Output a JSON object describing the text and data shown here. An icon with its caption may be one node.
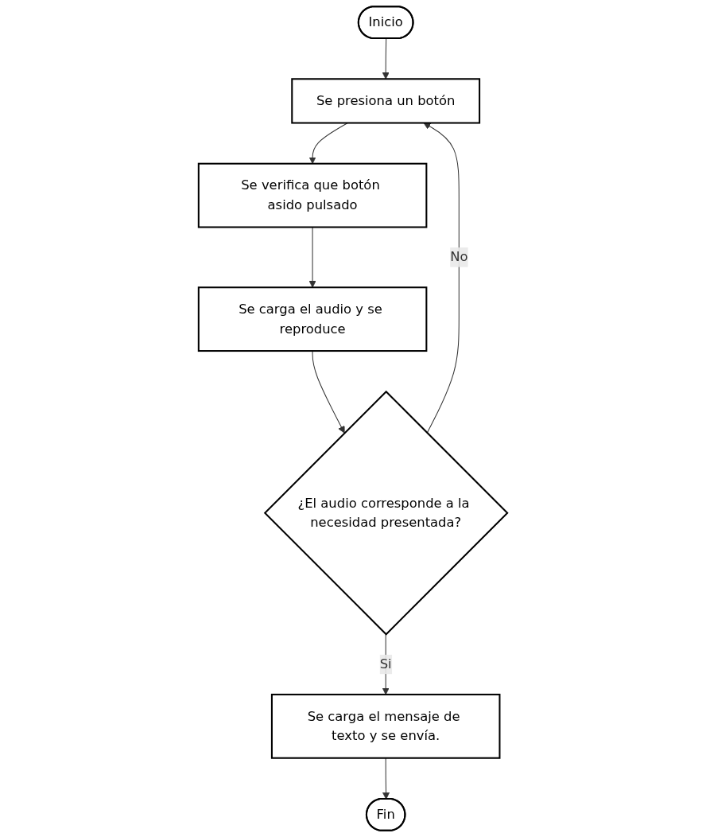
{
  "diagram": {
    "nodes": [
      {
        "text": [
          "Inicio"
        ]
      },
      {
        "text": [
          "Se presiona un botón"
        ]
      },
      {
        "text": [
          "Se verifica que botón asido pulsado"
        ]
      },
      {
        "text": [
          "Se carga el audio y se reproduce"
        ]
      },
      {
        "text": [
          "¿El audio corresponde a la necesidad presentada?"
        ]
      },
      {
        "text": [
          "Se carga el mensaje de texto y se envía."
        ]
      },
      {
        "text": [
          "Fin"
        ]
      }
    ],
    "edges": [
      {
        "from": 0,
        "to": 1,
        "arrow": "to"
      },
      {
        "from": 1,
        "to": 2,
        "arrow": "to"
      },
      {
        "from": 2,
        "to": 3,
        "arrow": "to"
      },
      {
        "from": 3,
        "to": 4,
        "arrow": "to"
      },
      {
        "from": 4,
        "to": 1,
        "arrow": "to",
        "label": "No"
      },
      {
        "from": 4,
        "to": 5,
        "arrow": "to",
        "label": "Si"
      },
      {
        "from": 5,
        "to": 6,
        "arrow": "to"
      }
    ]
  }
}
